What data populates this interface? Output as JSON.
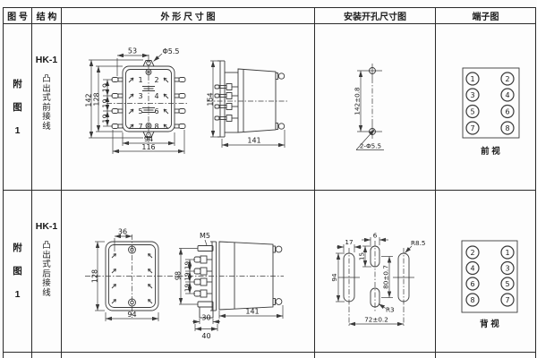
{
  "colors": {
    "line": "#3a3a3a",
    "border": "#2a2a2a",
    "background": "#fdfdfd"
  },
  "header": {
    "fig_no": "图 号",
    "structure": "结 构",
    "outline": "外 形 尺 寸 图",
    "mounting": "安装开孔尺寸图",
    "terminal": "端子图"
  },
  "rows": [
    {
      "fig_no": "附\n图\n1",
      "model": "HK-1",
      "wiring": "凸\n出\n式\n前\n接\n线",
      "outline": {
        "front": {
          "dim_top": "53",
          "dim_phi": "Φ5.5",
          "dim_h_outer": "142",
          "dim_h_inner": "128",
          "pitch1": "19",
          "pitch2": "19",
          "pitch3": "19",
          "dim_w_inner": "94",
          "dim_w_outer": "116",
          "pins": [
            "1",
            "2",
            "3",
            "4",
            "5",
            "6",
            "7",
            "8"
          ]
        },
        "side": {
          "dim_h": "154",
          "dim_w": "141"
        }
      },
      "mounting": {
        "dim_v": "142±0.8",
        "holes": "2-Φ5.5"
      },
      "terminal": {
        "n": [
          [
            "1",
            "2"
          ],
          [
            "3",
            "4"
          ],
          [
            "5",
            "6"
          ],
          [
            "7",
            "8"
          ]
        ],
        "view": "前  视"
      }
    },
    {
      "fig_no": "附\n图\n1",
      "model": "HK-1",
      "wiring": "凸\n出\n式\n后\n接\n线",
      "outline": {
        "front": {
          "dim_top": "36",
          "dim_h": "128",
          "dim_w": "94"
        },
        "side": {
          "screw": "M5",
          "dim_h": "98",
          "pitch1": "19",
          "pitch2": "19",
          "pitch3": "19",
          "dim_30": "30",
          "dim_40": "40",
          "dim_w": "141"
        }
      },
      "mounting": {
        "dim_17": "17",
        "dim_6": "6",
        "dim_15": "15",
        "dim_94": "94",
        "dim_80": "80±0.7",
        "r85": "R8.5",
        "r3": "R3",
        "dim_72": "72±0.2"
      },
      "terminal": {
        "n": [
          [
            "2",
            "1"
          ],
          [
            "4",
            "3"
          ],
          [
            "6",
            "5"
          ],
          [
            "8",
            "7"
          ]
        ],
        "view": "背  视"
      }
    }
  ]
}
